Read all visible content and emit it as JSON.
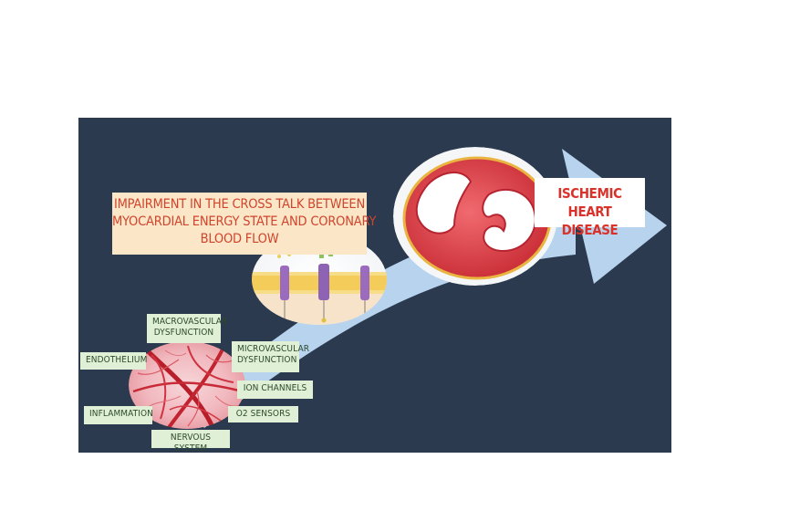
{
  "diagram": {
    "main_message": [
      "IMPAIRMENT IN THE CROSS TALK BETWEEN",
      "MYOCARDIAL ENERGY STATE AND CORONARY",
      "BLOOD FLOW"
    ],
    "outcome": [
      "ISCHEMIC HEART",
      "DISEASE"
    ],
    "factors": {
      "macrovascular": [
        "MACROVASCULAR",
        "DYSFUNCTION"
      ],
      "microvascular": [
        "MICROVASCULAR",
        "DYSFUNCTION"
      ],
      "endothelium": "ENDOTHELIUM",
      "ion_channels": "ION CHANNELS",
      "inflammation": "INFLAMMATION",
      "o2_sensors": "O2 SENSORS",
      "nervous_system": "NERVOUS SYSTEM"
    }
  },
  "colors": {
    "background": "#2b3a4e",
    "arrow": "#b7d3ee",
    "label_box": "#dff0d6",
    "title_box": "#fbe6c8",
    "title_text": "#d0442c",
    "outcome_text": "#d9322a"
  }
}
